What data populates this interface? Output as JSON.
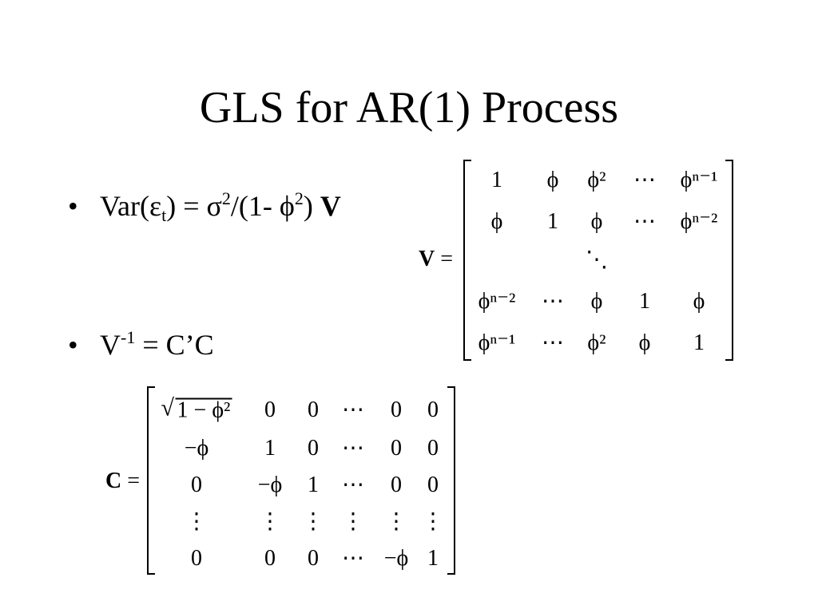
{
  "slide": {
    "title": "GLS for AR(1) Process",
    "bullets": [
      {
        "marker": "•",
        "var_prefix": "Var(",
        "epsilon": "ε",
        "sub_t": "t",
        "mid": ") = σ",
        "sup_2": "2",
        "mid2": "/(1- ϕ",
        "sup_2b": "2",
        "close": ") ",
        "bold_v": "V"
      },
      {
        "marker": "•",
        "v": "V",
        "sup_neg1": "-1",
        "rest": " = C’C"
      }
    ]
  },
  "matrix_v": {
    "label_bold": "V",
    "label_eq": " =",
    "rows": [
      [
        "1",
        "ϕ",
        "ϕ²",
        "⋯",
        "ϕⁿ⁻¹"
      ],
      [
        "ϕ",
        "1",
        "ϕ",
        "⋯",
        "ϕⁿ⁻²"
      ],
      [
        "",
        "",
        "⋱",
        "",
        ""
      ],
      [
        "ϕⁿ⁻²",
        "⋯",
        "ϕ",
        "1",
        "ϕ"
      ],
      [
        "ϕⁿ⁻¹",
        "⋯",
        "ϕ²",
        "ϕ",
        "1"
      ]
    ]
  },
  "matrix_c": {
    "label_bold": "C",
    "label_eq": " =",
    "sqrt_content": "1 − ϕ²",
    "rows": [
      [
        "",
        "0",
        "0",
        "⋯",
        "0",
        "0"
      ],
      [
        "−ϕ",
        "1",
        "0",
        "⋯",
        "0",
        "0"
      ],
      [
        "0",
        "−ϕ",
        "1",
        "⋯",
        "0",
        "0"
      ],
      [
        "⋮",
        "⋮",
        "⋮",
        "⋮",
        "⋮",
        "⋮"
      ],
      [
        "0",
        "0",
        "0",
        "⋯",
        "−ϕ",
        "1"
      ]
    ]
  }
}
